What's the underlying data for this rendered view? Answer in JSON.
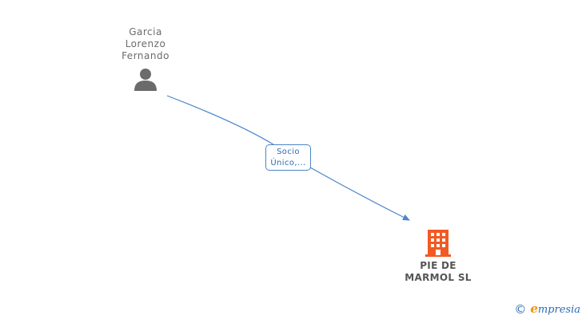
{
  "nodes": {
    "person": {
      "name": "Garcia\nLorenzo\nFernando",
      "icon": "person-icon",
      "color": "#6b6b6b"
    },
    "company": {
      "name": "PIE DE\nMARMOL  SL",
      "icon": "building-icon",
      "color": "#f15a22"
    }
  },
  "edges": [
    {
      "from": "person",
      "to": "company",
      "label_line1": "Socio",
      "label_line2": "Único,...",
      "color": "#4a86c8"
    }
  ],
  "watermark": {
    "copyright_symbol": "©",
    "brand_first_letter": "e",
    "brand_rest": "mpresia",
    "brand_color": "#2a6cb5",
    "accent_color": "#f29100"
  }
}
